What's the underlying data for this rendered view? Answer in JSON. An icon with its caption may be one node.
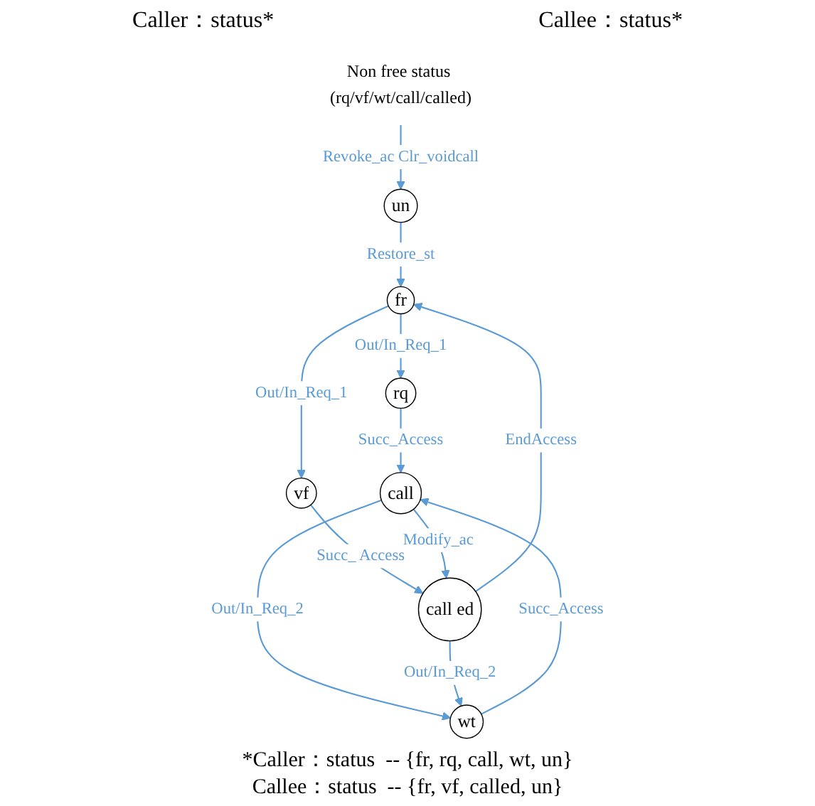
{
  "diagram": {
    "nodes": [
      {
        "text": [
          "fr"
        ]
      },
      {
        "text": [
          "rq"
        ]
      },
      {
        "text": [
          "vf"
        ]
      },
      {
        "text": [
          "call"
        ]
      },
      {
        "text": [
          "wt"
        ]
      },
      {
        "text": [
          "call ed"
        ]
      },
      {
        "text": [
          "Non free status (rq/vf/wt/call/called)"
        ]
      },
      {
        "text": [
          "un"
        ]
      }
    ],
    "edges": [
      {
        "from": 0,
        "to": 1,
        "arrow": "to",
        "label": "Out/In_Req_1"
      },
      {
        "from": 0,
        "to": 2,
        "arrow": "to",
        "label": "Out/In_Req_1"
      },
      {
        "from": 1,
        "to": 3,
        "arrow": "to",
        "label": "Succ_Access"
      },
      {
        "from": 2,
        "to": 5,
        "arrow": "to",
        "label": "Succ_ Access"
      },
      {
        "from": 5,
        "to": 0,
        "arrow": "to",
        "label": "EndAccess"
      },
      {
        "from": 3,
        "to": 5,
        "arrow": "to",
        "label": "Modify_ac"
      },
      {
        "from": 3,
        "to": 4,
        "arrow": "to",
        "label": "Out/In_Req_2"
      },
      {
        "from": 4,
        "to": 3,
        "arrow": "to",
        "label": "Succ_Access"
      },
      {
        "from": 5,
        "to": 4,
        "arrow": "to",
        "label": "Out/In_Req_2"
      },
      {
        "from": 6,
        "to": 7,
        "arrow": "to",
        "label": "Revoke_ac Clr_voidcall"
      },
      {
        "from": 7,
        "to": 0,
        "arrow": "to",
        "label": "Restore_st"
      }
    ],
    "labels": [
      "Caller：status*",
      "Callee：status*",
      "*Caller：status  -- {fr, rq, call, wt, un}",
      "Callee：status  -- {fr, vf, called, un}"
    ]
  }
}
